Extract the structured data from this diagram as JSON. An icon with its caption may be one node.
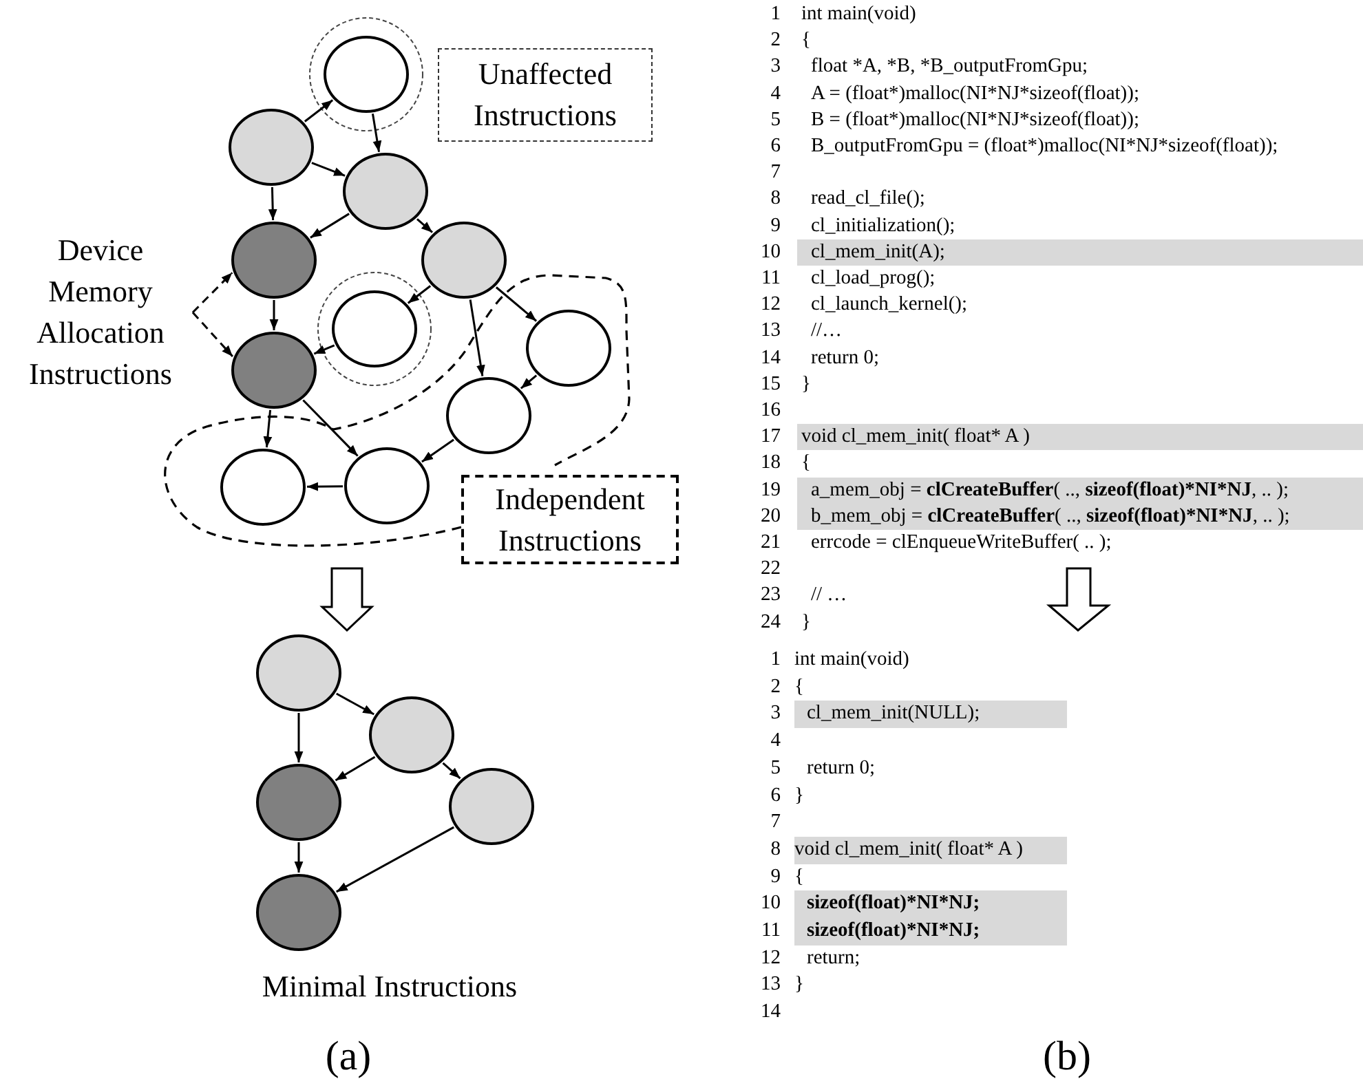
{
  "diagram": {
    "nodes": [
      {
        "text": [],
        "shape": "circle"
      },
      {
        "text": [],
        "shape": "circle"
      },
      {
        "text": [],
        "shape": "circle"
      },
      {
        "text": [],
        "shape": "circle"
      },
      {
        "text": [],
        "shape": "circle"
      },
      {
        "text": [],
        "shape": "circle"
      },
      {
        "text": [],
        "shape": "circle"
      },
      {
        "text": [],
        "shape": "circle"
      },
      {
        "text": [],
        "shape": "circle"
      },
      {
        "text": [],
        "shape": "circle"
      },
      {
        "text": [],
        "shape": "circle"
      },
      {
        "text": [
          "Unaffected Instructions"
        ]
      },
      {
        "text": [
          "Device Memory Allocation Instructions"
        ]
      },
      {
        "text": [
          "Independent Instructions"
        ]
      },
      {
        "text": [],
        "shape": "circle"
      },
      {
        "text": [],
        "shape": "circle"
      },
      {
        "text": [],
        "shape": "circle"
      },
      {
        "text": [],
        "shape": "circle"
      },
      {
        "text": [],
        "shape": "circle"
      }
    ],
    "edges": [
      {
        "from": 1,
        "to": 0,
        "arrow": "to"
      },
      {
        "from": 0,
        "to": 2,
        "arrow": "to"
      },
      {
        "from": 1,
        "to": 2,
        "arrow": "to"
      },
      {
        "from": 1,
        "to": 3,
        "arrow": "to"
      },
      {
        "from": 2,
        "to": 3,
        "arrow": "to"
      },
      {
        "from": 2,
        "to": 4,
        "arrow": "to"
      },
      {
        "from": 3,
        "to": 7,
        "arrow": "to"
      },
      {
        "from": 4,
        "to": 5,
        "arrow": "to"
      },
      {
        "from": 4,
        "to": 6,
        "arrow": "to"
      },
      {
        "from": 4,
        "to": 8,
        "arrow": "to"
      },
      {
        "from": 5,
        "to": 7,
        "arrow": "to"
      },
      {
        "from": 7,
        "to": 9,
        "arrow": "to"
      },
      {
        "from": 7,
        "to": 10,
        "arrow": "to"
      },
      {
        "from": 6,
        "to": 8,
        "arrow": "to"
      },
      {
        "from": 8,
        "to": 10,
        "arrow": "to"
      },
      {
        "from": 10,
        "to": 9,
        "arrow": "to"
      },
      {
        "from": 12,
        "to": 3,
        "arrow": "to",
        "style": "dashed"
      },
      {
        "from": 12,
        "to": 7,
        "arrow": "to",
        "style": "dashed"
      },
      {
        "from": 14,
        "to": 15,
        "arrow": "to"
      },
      {
        "from": 14,
        "to": 16,
        "arrow": "to"
      },
      {
        "from": 15,
        "to": 16,
        "arrow": "to"
      },
      {
        "from": 15,
        "to": 17,
        "arrow": "to"
      },
      {
        "from": 16,
        "to": 18,
        "arrow": "to"
      },
      {
        "from": 17,
        "to": 18,
        "arrow": "to"
      }
    ],
    "labels": [
      "1",
      "int main(void)",
      "2",
      "{",
      "3",
      "float *A, *B, *B_outputFromGpu;",
      "4",
      "A = (float*)malloc(NI*NJ*sizeof(float));",
      "5",
      "B = (float*)malloc(NI*NJ*sizeof(float));",
      "6",
      "B_outputFromGpu = (float*)malloc(NI*NJ*sizeof(float));",
      "7",
      "8",
      "read_cl_file();",
      "9",
      "cl_initialization();",
      "10",
      "cl_mem_init(A);",
      "11",
      "cl_load_prog();",
      "12",
      "cl_launch_kernel();",
      "13",
      "//…",
      "14",
      "return 0;",
      "15",
      "}",
      "16",
      "17",
      "void cl_mem_init( float* A )",
      "18",
      "{",
      "19",
      "a_mem_obj = **clCreateBuffer**( .., **sizeof(float)*NI*NJ**, .. );",
      "20",
      "b_mem_obj = **clCreateBuffer**( .., **sizeof(float)*NI*NJ**, .. );",
      "21",
      "errcode = clEnqueueWriteBuffer( .. );",
      "22",
      "23",
      "// …",
      "24",
      "}",
      "1",
      "int main(void)",
      "2",
      "{",
      "3",
      "cl_mem_init(NULL);",
      "4",
      "5",
      "return 0;",
      "6",
      "}",
      "7",
      "8",
      "void cl_mem_init( float* A )",
      "9",
      "{",
      "10",
      "sizeof(float)*NI*NJ;",
      "11",
      "sizeof(float)*NI*NJ;",
      "12",
      "return;",
      "13",
      "}",
      "14",
      "Minimal Instructions",
      "(a)",
      "(b)"
    ]
  }
}
